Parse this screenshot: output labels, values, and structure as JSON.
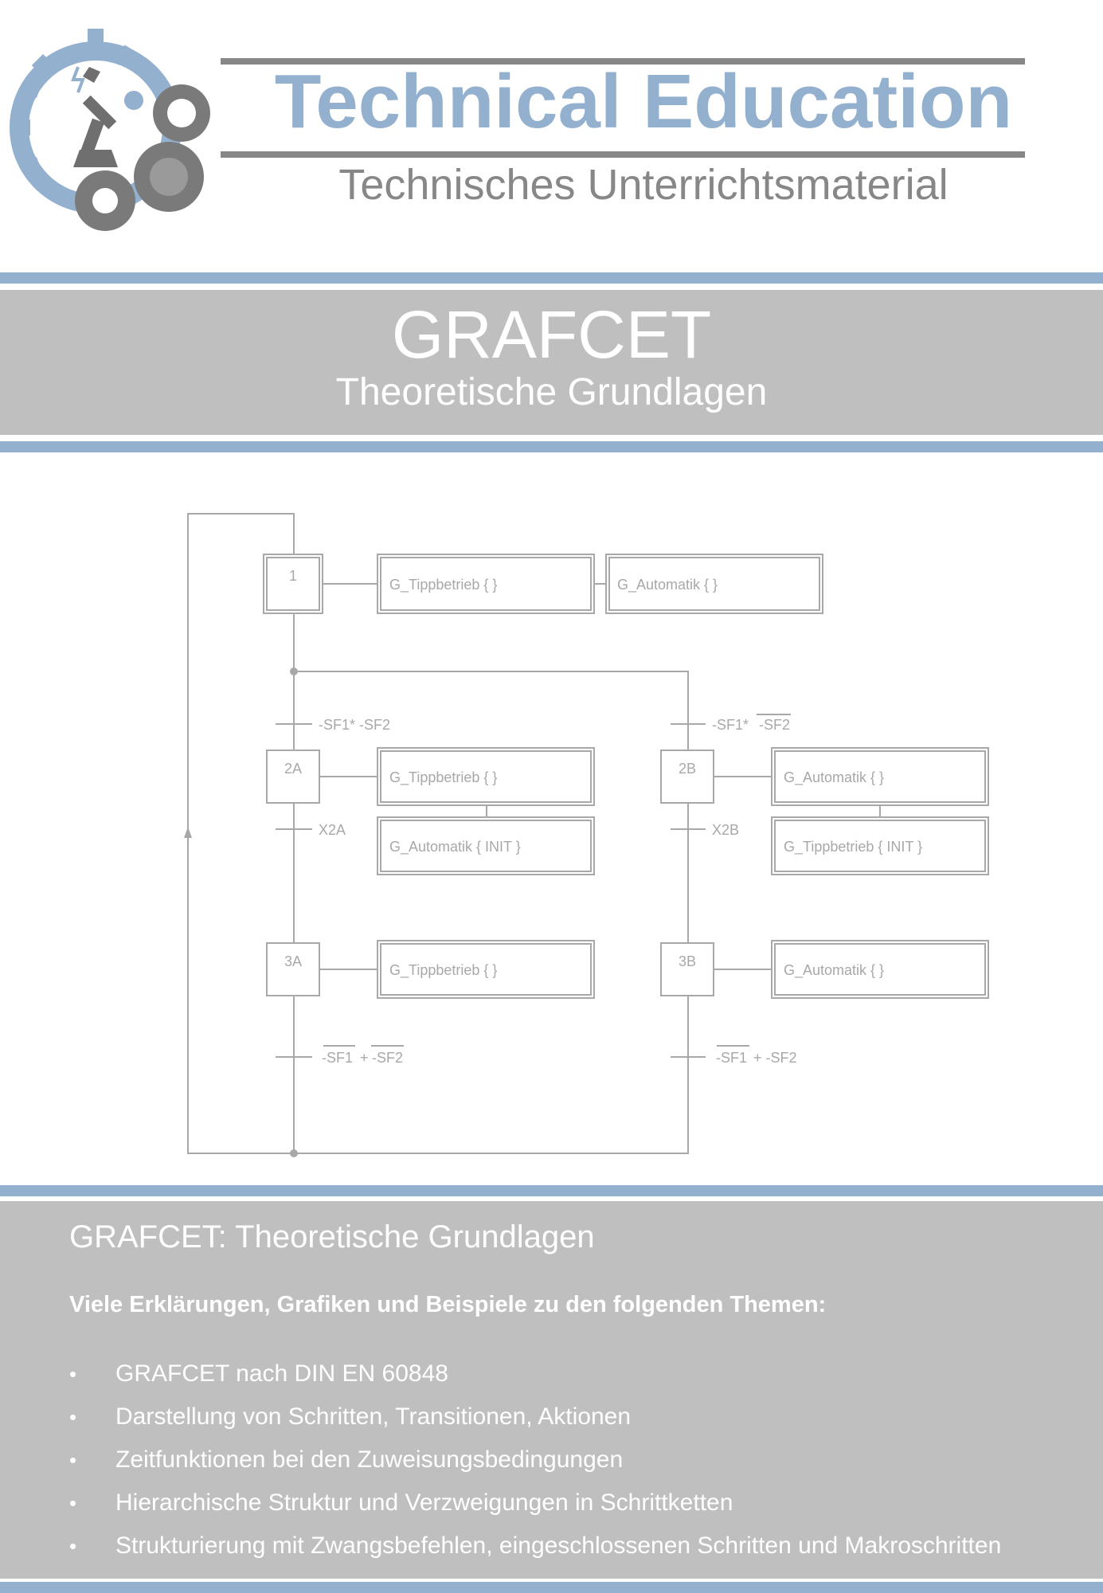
{
  "header": {
    "brand_title": "Technical Education",
    "brand_subtitle": "Technisches Unterrichtsmaterial",
    "logo_icon": "robot-arm-gears-icon",
    "colors": {
      "brand_blue": "#94b0cf",
      "brand_gray": "#878787",
      "band_gray": "#bfbfbf"
    }
  },
  "banner": {
    "title": "GRAFCET",
    "subtitle": "Theoretische Grundlagen"
  },
  "diagram": {
    "steps": {
      "s1": "1",
      "s2a": "2A",
      "s2b": "2B",
      "s3a": "3A",
      "s3b": "3B"
    },
    "actions": {
      "a1_tipp": "G_Tippbetrieb { }",
      "a1_auto": "G_Automatik { }",
      "a2a_tipp": "G_Tippbetrieb { }",
      "a2a_auto_init": "G_Automatik { INIT }",
      "a2b_auto": "G_Automatik { }",
      "a2b_tipp_init": "G_Tippbetrieb { INIT }",
      "a3a_tipp": "G_Tippbetrieb { }",
      "a3b_auto": "G_Automatik { }"
    },
    "transitions": {
      "t_1_2a": "-SF1* -SF2",
      "t_1_2b_a": "-SF1*",
      "t_1_2b_b": "-SF2",
      "t_2a_3a": "X2A",
      "t_2b_3b": "X2B",
      "t_3a_a": "-SF1",
      "t_3a_plus": "+",
      "t_3a_b": "-SF2",
      "t_3b_a": "-SF1",
      "t_3b_rest": "+ -SF2"
    }
  },
  "info": {
    "heading": "GRAFCET: Theoretische Grundlagen",
    "lead": "Viele Erklärungen, Grafiken und Beispiele zu den folgenden Themen:",
    "bullet_symbol": "•",
    "bullets": [
      "GRAFCET nach DIN EN 60848",
      "Darstellung von Schritten, Transitionen, Aktionen",
      "Zeitfunktionen bei den Zuweisungsbedingungen",
      "Hierarchische Struktur und Verzweigungen in Schrittketten",
      "Strukturierung mit Zwangsbefehlen, eingeschlossenen Schritten und Makroschritten"
    ]
  }
}
